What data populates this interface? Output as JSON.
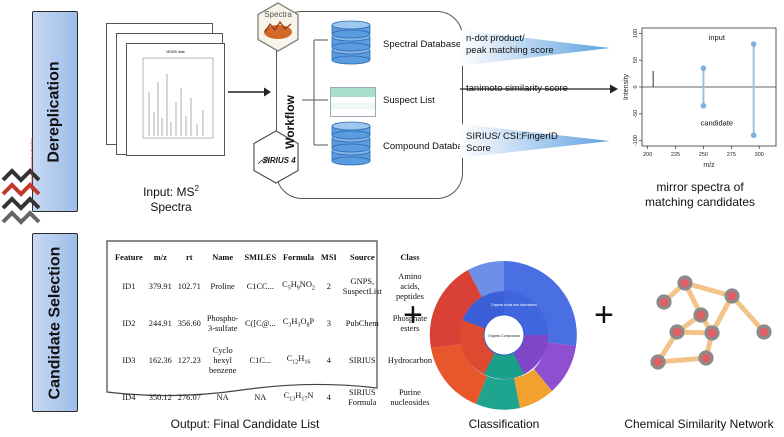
{
  "sections": {
    "dereplication": "Dereplication",
    "candidate_selection": "Candidate Selection"
  },
  "logo": {
    "text": "Metabolome Annotation Workflow"
  },
  "input": {
    "caption_line1": "Input: MS",
    "caption_sup": "2",
    "caption_line2": "Spectra",
    "stack_title": "MSMS data"
  },
  "workflow": {
    "label": "Workflow",
    "top_logo": "Spectra",
    "bottom_logo": "SIRIUS 4",
    "databases": [
      {
        "label": "Spectral Databases",
        "icon": "database-icon"
      },
      {
        "label": "Suspect List",
        "icon": "list-icon"
      },
      {
        "label": "Compound Databases",
        "icon": "database-icon"
      }
    ]
  },
  "scores": {
    "s1_line1": "n-dot product/",
    "s1_line2": "peak matching score",
    "s2": "tanimoto similarity score",
    "s3_line1": "SIRIUS/ CSI:FingerID",
    "s3_line2": "Score"
  },
  "mirror": {
    "caption_line1": "mirror spectra of",
    "caption_line2": "matching candidates",
    "input_label": "input",
    "candidate_label": "candidate",
    "ylabel": "Intensity",
    "xlabel": "m/z",
    "xticks": [
      "200",
      "225",
      "250",
      "275",
      "300"
    ],
    "yticks": [
      "100",
      "50",
      "0",
      "-50",
      "-100"
    ]
  },
  "chart_data": {
    "type": "scatter",
    "title": "",
    "xlabel": "m/z",
    "ylabel": "Intensity",
    "xlim": [
      195,
      315
    ],
    "ylim": [
      -110,
      110
    ],
    "series": [
      {
        "name": "input",
        "x": [
          205,
          250,
          295
        ],
        "y": [
          30,
          35,
          80
        ]
      },
      {
        "name": "candidate",
        "x": [
          250,
          295
        ],
        "y": [
          -35,
          -90
        ]
      }
    ]
  },
  "table": {
    "headers": [
      "Feature",
      "m/z",
      "rt",
      "Name",
      "SMILES",
      "Formula",
      "MSI",
      "Source",
      "Class"
    ],
    "rows": [
      [
        "ID1",
        "379.91",
        "102.71",
        "Proline",
        "C1CC...",
        "C5H9NO2",
        "2",
        "GNPS, SuspectList",
        "Amino acids, peptides"
      ],
      [
        "ID2",
        "244.91",
        "356.60",
        "Phospho-3-sulfate",
        "C([C@...",
        "C3H3O8P",
        "3",
        "PubChem",
        "Phosphate esters"
      ],
      [
        "ID3",
        "162.36",
        "127.23",
        "Cyclo hexyl benzene",
        "C1C...",
        "C12H16",
        "4",
        "SIRIUS",
        "Hydrocarbon"
      ],
      [
        "ID4",
        "350.12",
        "276.07",
        "NA",
        "NA",
        "C13H17N",
        "4",
        "SIRIUS Formula",
        "Purine nucleosides"
      ]
    ],
    "caption": "Output: Final Candidate List"
  },
  "classification": {
    "caption": "Classification",
    "center_label": "Organic Compounds",
    "ring_label": "Organic acids and derivatives"
  },
  "network": {
    "caption": "Chemical Similarity Network"
  },
  "plus": "+",
  "colors": {
    "tab_fill": "#a9c6ec",
    "db_blue": "#4a8fd6",
    "list_green": "#9fdcc8",
    "arrow_blue": "#79aee0",
    "network_orange": "#f2bf7e",
    "node_red": "#e05c63"
  }
}
